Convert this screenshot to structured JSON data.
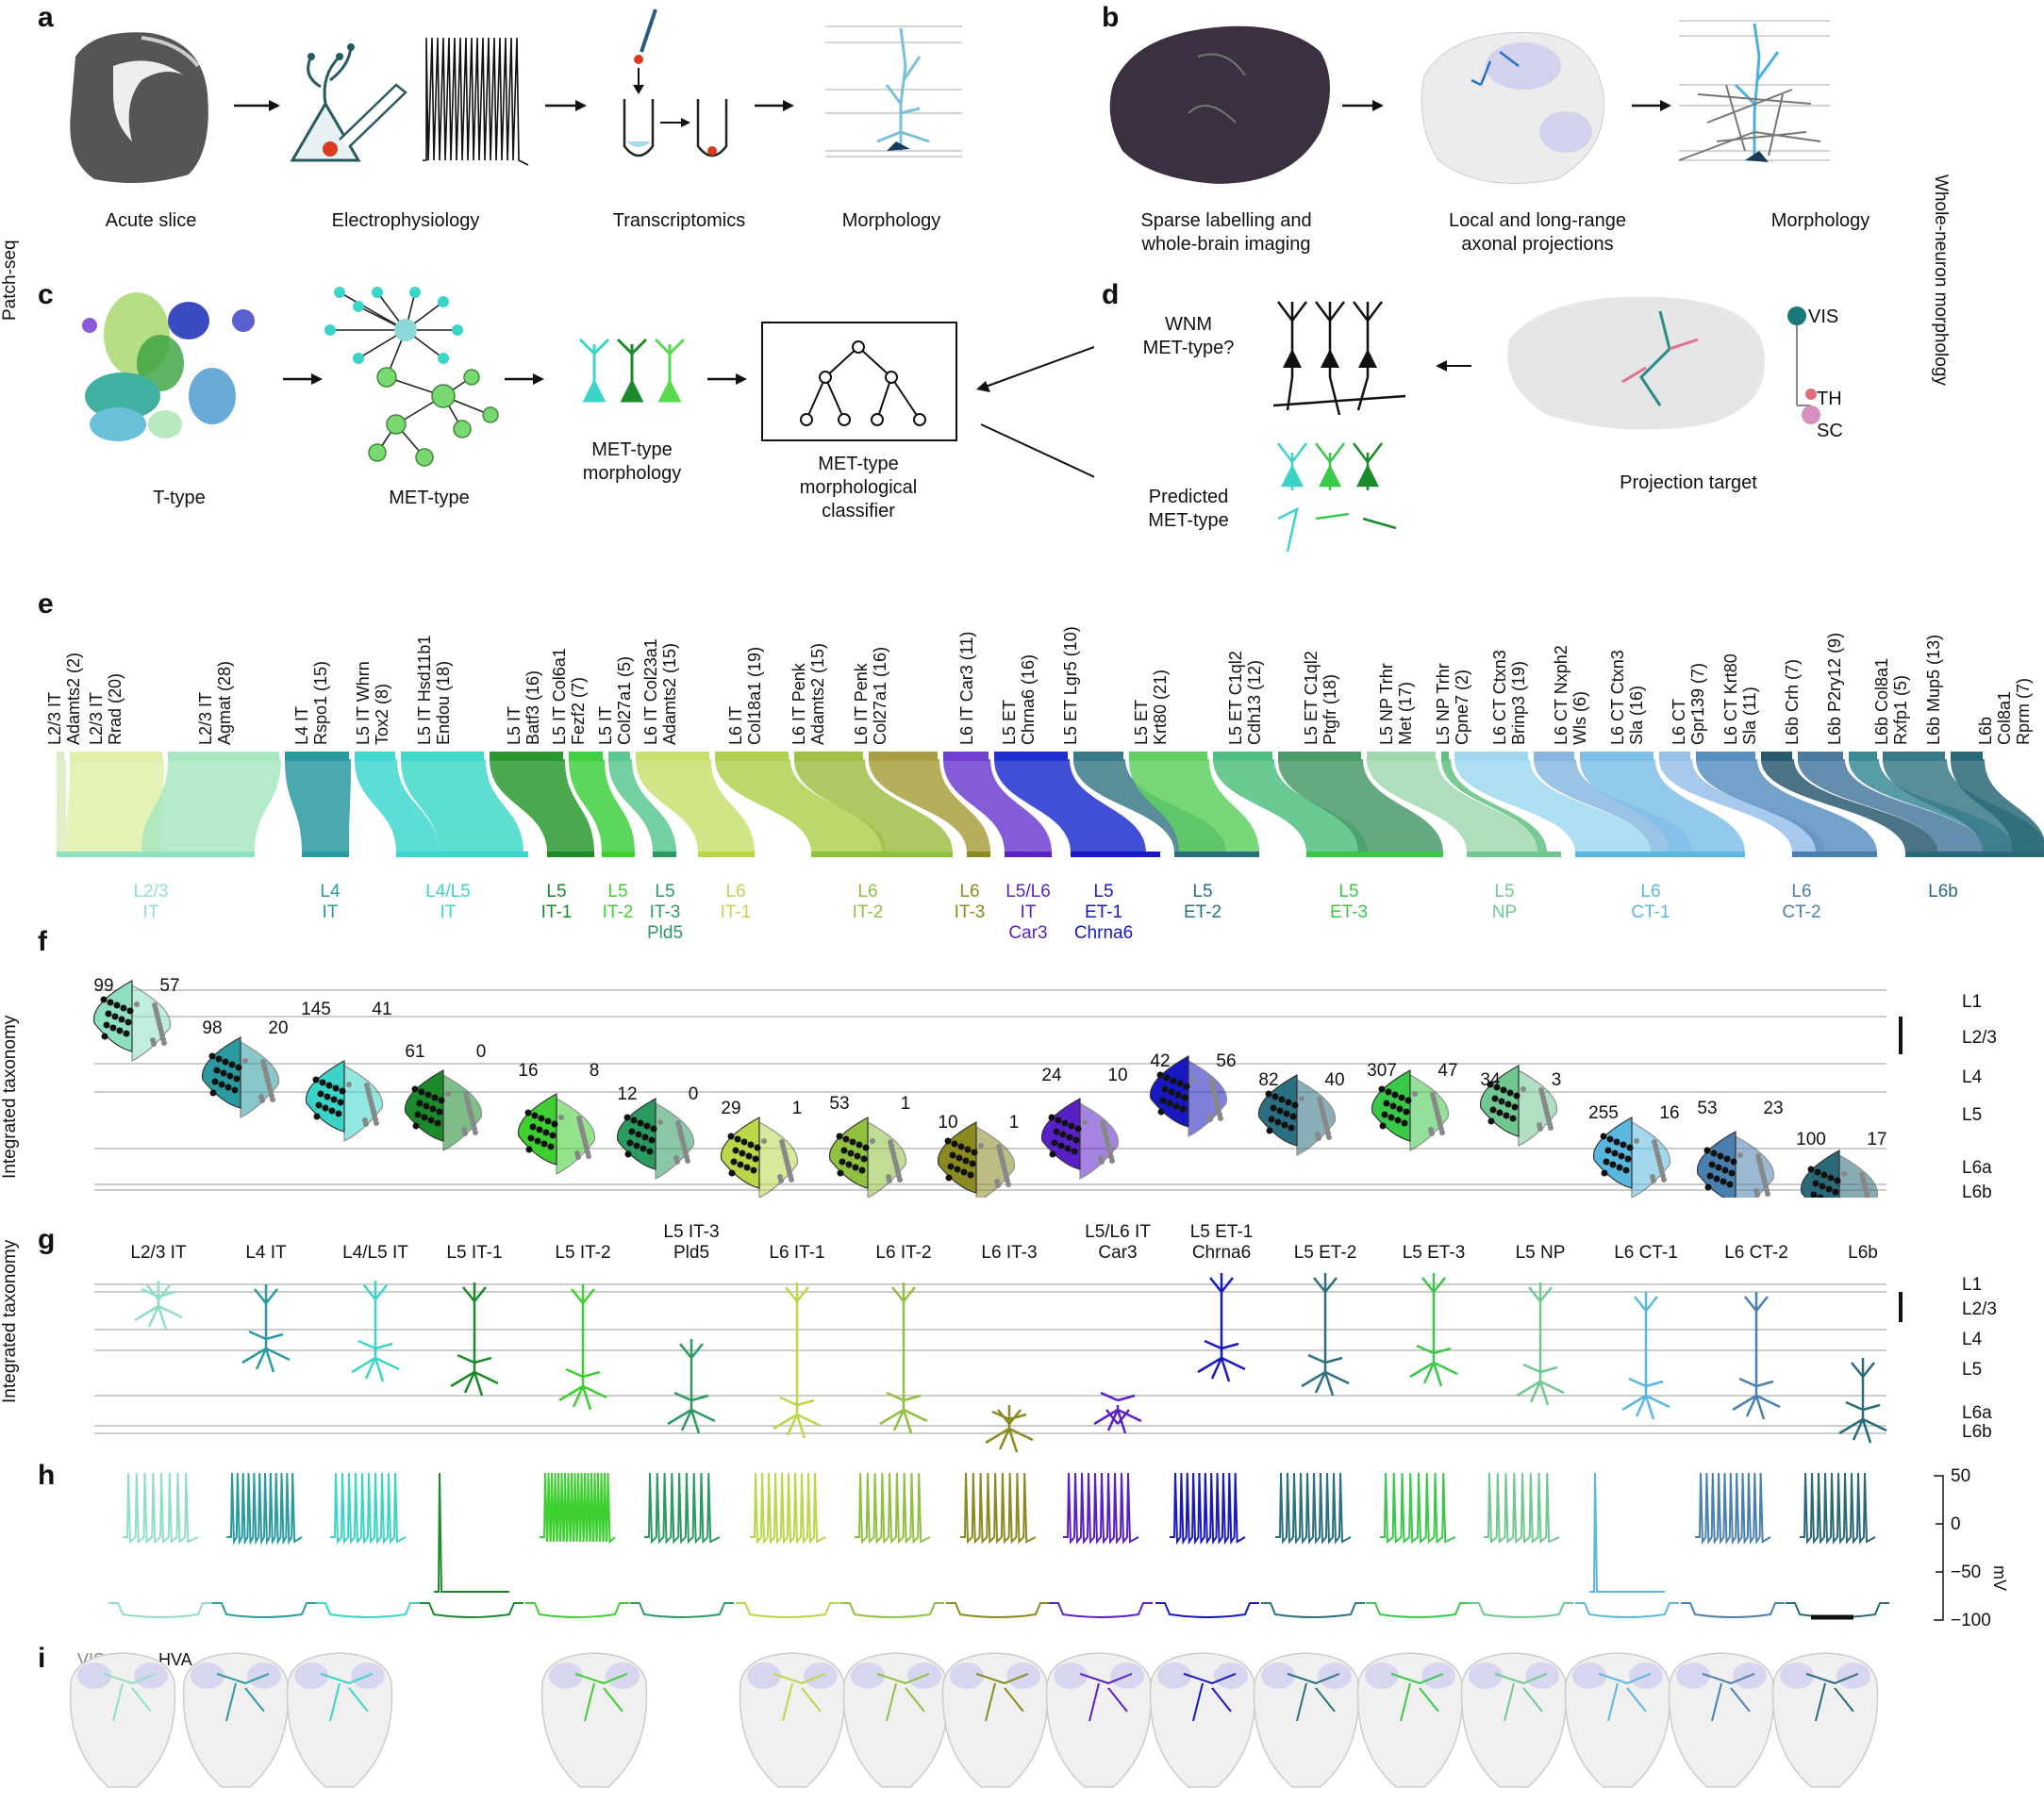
{
  "panels": {
    "a": "a",
    "b": "b",
    "c": "c",
    "d": "d",
    "e": "e",
    "f": "f",
    "g": "g",
    "h": "h",
    "i": "i"
  },
  "side_labels": {
    "patch_seq": "Patch-seq",
    "whole_neuron": "Whole-neuron morphology",
    "integrated_f": "Integrated taxonomy",
    "integrated_g": "Integrated taxonomy"
  },
  "panel_a": [
    "Acute slice",
    "Electrophysiology",
    "Transcriptomics",
    "Morphology"
  ],
  "panel_b": [
    "Sparse labelling and\nwhole-brain imaging",
    "Local and long-range\naxonal projections",
    "Morphology"
  ],
  "panel_c": [
    "T-type",
    "MET-type",
    "MET-type\nmorphology",
    "MET-type\nmorphological\nclassifier"
  ],
  "panel_d": {
    "wnm": "WNM\nMET-type?",
    "predicted": "Predicted\nMET-type",
    "projection": "Projection target",
    "targets": [
      "VIS",
      "TH",
      "SC"
    ]
  },
  "ttypes": [
    "L2/3 IT\nAdamts2 (2)",
    "L2/3 IT\nRrad (20)",
    "L2/3 IT\nAgmat (28)",
    "L4 IT\nRspo1 (15)",
    "L5 IT Whrn\nTox2 (8)",
    "L5 IT Hsd11b1\nEndou (18)",
    "L5 IT\nBatf3 (16)",
    "L5 IT Col6a1\nFezf2 (7)",
    "L5 IT\nCol27a1 (5)",
    "L6 IT Col23a1\nAdamts2 (15)",
    "L6 IT\nCol18a1 (19)",
    "L6 IT Penk\nAdamts2 (15)",
    "L6 IT Penk\nCol27a1 (16)",
    "L6 IT Car3 (11)",
    "L5 ET\nChrna6 (16)",
    "L5 ET Lgr5 (10)",
    "L5 ET\nKrt80 (21)",
    "L5 ET C1ql2\nCdh13 (12)",
    "L5 ET C1ql2\nPtgfr (18)",
    "L5 NP Trhr\nMet (17)",
    "L5 NP Trhr\nCpne7 (2)",
    "L6 CT Ctxn3\nBrinp3 (19)",
    "L6 CT Nxph2\nWls (6)",
    "L6 CT Ctxn3\nSla (16)",
    "L6 CT\nGpr139 (7)",
    "L6 CT Krt80\nSla (11)",
    "L6b Crh (7)",
    "L6b P2ry12 (9)",
    "L6b Col8a1\nRxfp1 (5)",
    "L6b Mup5 (13)",
    "L6b Col8a1\nRprm (7)"
  ],
  "mettypes": [
    {
      "label": "L2/3\nIT",
      "color": "#8fe0c0"
    },
    {
      "label": "L4\nIT",
      "color": "#2a9aa0"
    },
    {
      "label": "L4/L5\nIT",
      "color": "#3ad4c8"
    },
    {
      "label": "L5\nIT-1",
      "color": "#1a8a2a"
    },
    {
      "label": "L5\nIT-2",
      "color": "#3ecf30"
    },
    {
      "label": "L5\nIT-3\nPld5",
      "color": "#2a9a60"
    },
    {
      "label": "L6\nIT-1",
      "color": "#b8d848"
    },
    {
      "label": "L6\nIT-2",
      "color": "#90c040"
    },
    {
      "label": "L6\nIT-3",
      "color": "#8a8a20"
    },
    {
      "label": "L5/L6\nIT\nCar3",
      "color": "#5a20c8"
    },
    {
      "label": "L5\nET-1\nChrna6",
      "color": "#1818c0"
    },
    {
      "label": "L5\nET-2",
      "color": "#2a7080"
    },
    {
      "label": "L5\nET-3",
      "color": "#3ac848"
    },
    {
      "label": "L5\nNP",
      "color": "#70c890"
    },
    {
      "label": "L6\nCT-1",
      "color": "#58b8e0"
    },
    {
      "label": "L6\nCT-2",
      "color": "#4a80b0"
    },
    {
      "label": "L6b",
      "color": "#2a6a78"
    }
  ],
  "panel_f": {
    "counts": [
      [
        "99",
        "57"
      ],
      [
        "98",
        "20"
      ],
      [
        "145",
        "41"
      ],
      [
        "61",
        "0"
      ],
      [
        "16",
        "8"
      ],
      [
        "12",
        "0"
      ],
      [
        "29",
        "1"
      ],
      [
        "53",
        "1"
      ],
      [
        "10",
        "1"
      ],
      [
        "24",
        "10"
      ],
      [
        "42",
        "56"
      ],
      [
        "82",
        "40"
      ],
      [
        "307",
        "47"
      ],
      [
        "34",
        "3"
      ],
      [
        "255",
        "16"
      ],
      [
        "53",
        "23"
      ],
      [
        "100",
        "17"
      ]
    ],
    "layers": [
      "L1",
      "L2/3",
      "L4",
      "L5",
      "L6a",
      "L6b"
    ]
  },
  "panel_g": {
    "labels": [
      "L2/3 IT",
      "L4 IT",
      "L4/L5 IT",
      "L5 IT-1",
      "L5 IT-2",
      "L5 IT-3\nPld5",
      "L6 IT-1",
      "L6 IT-2",
      "L6 IT-3",
      "L5/L6 IT\nCar3",
      "L5 ET-1\nChrna6",
      "L5 ET-2",
      "L5 ET-3",
      "L5 NP",
      "L6 CT-1",
      "L6 CT-2",
      "L6b"
    ],
    "layers": [
      "L1",
      "L2/3",
      "L4",
      "L5",
      "L6a",
      "L6b"
    ]
  },
  "panel_h": {
    "ticks": [
      "50",
      "0",
      "−50",
      "−100"
    ],
    "unit": "mV"
  },
  "panel_i": {
    "visp": "VISp",
    "hva": "HVA"
  }
}
